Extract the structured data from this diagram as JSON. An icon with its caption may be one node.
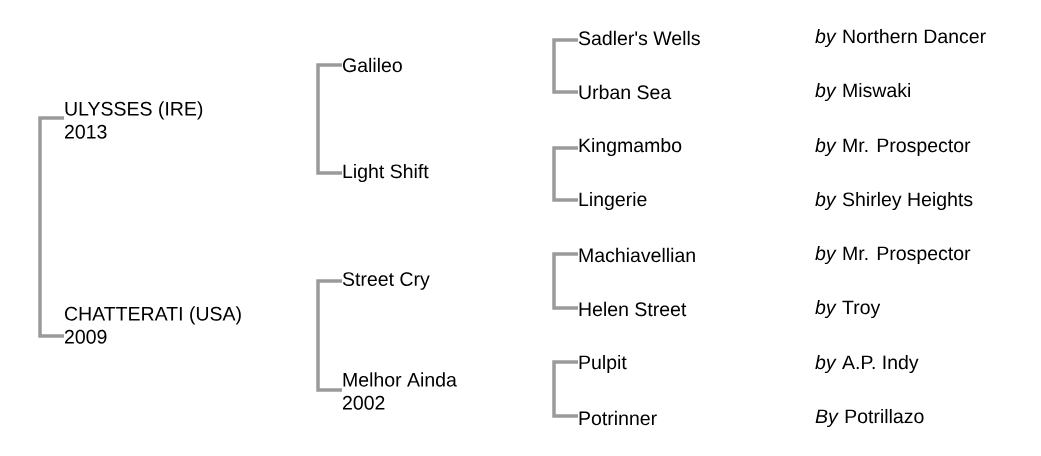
{
  "diagram": {
    "nodes": [
      {
        "text": [
          "ULYSSES (IRE)",
          "2013"
        ]
      },
      {
        "text": [
          "CHATTERATI (USA)",
          "2009"
        ]
      },
      {
        "text": [
          "Galileo"
        ]
      },
      {
        "text": [
          "Light Shift"
        ]
      },
      {
        "text": [
          "Street Cry"
        ]
      },
      {
        "text": [
          "Melhor Ainda",
          "2002"
        ]
      },
      {
        "text": [
          "Sadler's Wells"
        ]
      },
      {
        "text": [
          "Urban Sea"
        ]
      },
      {
        "text": [
          "Kingmambo"
        ]
      },
      {
        "text": [
          "Lingerie"
        ]
      },
      {
        "text": [
          "Machiavellian"
        ]
      },
      {
        "text": [
          "Helen Street"
        ]
      },
      {
        "text": [
          "Pulpit"
        ]
      },
      {
        "text": [
          "Potrinner"
        ]
      }
    ],
    "edges": [
      {
        "from": 0,
        "to": 1,
        "arrow": "none"
      },
      {
        "from": 2,
        "to": 3,
        "arrow": "none"
      },
      {
        "from": 4,
        "to": 5,
        "arrow": "none"
      },
      {
        "from": 6,
        "to": 7,
        "arrow": "none"
      },
      {
        "from": 8,
        "to": 9,
        "arrow": "none"
      },
      {
        "from": 10,
        "to": 11,
        "arrow": "none"
      },
      {
        "from": 12,
        "to": 13,
        "arrow": "none"
      }
    ],
    "labels": [
      "*by* Northern Dancer",
      "*by* Miswaki",
      "*by* Mr. Prospector",
      "*by* Shirley Heights",
      "*by* Mr. Prospector",
      "*by* Troy",
      "*by* A.P. Indy",
      "*By* Potrillazo"
    ]
  }
}
